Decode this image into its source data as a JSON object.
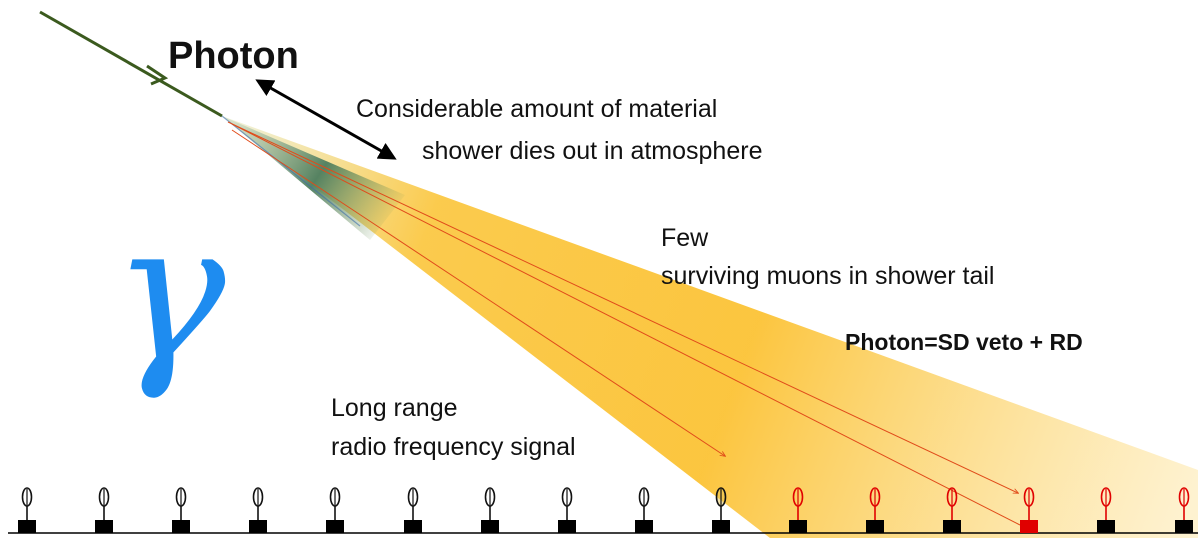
{
  "labels": {
    "photon_title": "Photon",
    "material_line1": "Considerable amount of material",
    "material_line2": "shower dies out in atmosphere",
    "muons_line1": "Few",
    "muons_line2": "surviving muons in shower tail",
    "criterion": "Photon=SD veto + RD",
    "radio_line1": "Long range",
    "radio_line2": "radio frequency signal",
    "gamma_symbol": "γ"
  },
  "colors": {
    "primary_track": "#3b5a1e",
    "shower_core": "#f7b91e",
    "shower_dark": "#4d7d5e",
    "muon_track": "#e04b1a",
    "gamma_symbol": "#1e8cf0",
    "antenna_active": "#e00000",
    "antenna_inactive": "#111111",
    "station_hit": "#e00000",
    "station_idle": "#000000"
  },
  "stations": [
    {
      "antenna": "inactive",
      "station": "idle"
    },
    {
      "antenna": "inactive",
      "station": "idle"
    },
    {
      "antenna": "inactive",
      "station": "idle"
    },
    {
      "antenna": "inactive",
      "station": "idle"
    },
    {
      "antenna": "inactive",
      "station": "idle"
    },
    {
      "antenna": "inactive",
      "station": "idle"
    },
    {
      "antenna": "inactive",
      "station": "idle"
    },
    {
      "antenna": "inactive",
      "station": "idle"
    },
    {
      "antenna": "inactive",
      "station": "idle"
    },
    {
      "antenna": "partial",
      "station": "idle"
    },
    {
      "antenna": "active",
      "station": "idle"
    },
    {
      "antenna": "active",
      "station": "idle"
    },
    {
      "antenna": "active",
      "station": "idle"
    },
    {
      "antenna": "active",
      "station": "hit"
    },
    {
      "antenna": "active",
      "station": "idle"
    },
    {
      "antenna": "active",
      "station": "idle"
    }
  ]
}
